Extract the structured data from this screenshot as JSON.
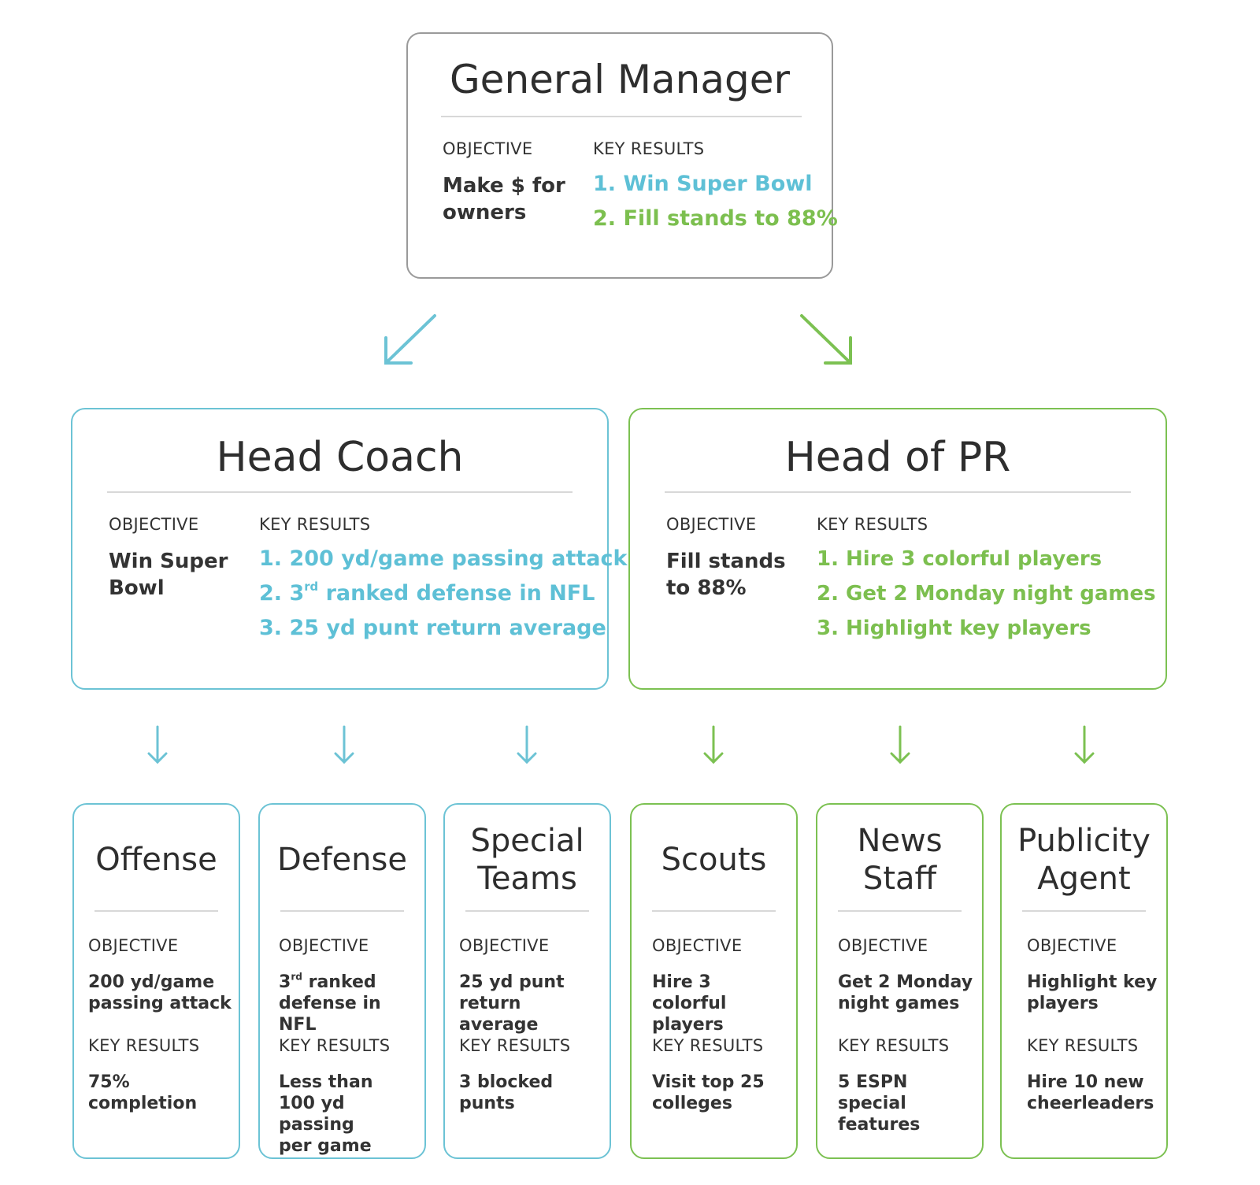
{
  "colors": {
    "blue": "#6cc3d5",
    "green": "#7cc152",
    "gray_border": "#9a9a9a"
  },
  "labels": {
    "objective": "OBJECTIVE",
    "key_results": "KEY RESULTS"
  },
  "general_manager": {
    "title": "General Manager",
    "objective_line1": "Make $ for",
    "objective_line2": "owners",
    "key_results": [
      "1. Win Super Bowl",
      "2. Fill stands to 88%"
    ]
  },
  "head_coach": {
    "title": "Head Coach",
    "objective_line1": "Win Super",
    "objective_line2": "Bowl",
    "kr1": "1. 200 yd/game passing attack",
    "kr2_prefix": "2. 3",
    "kr2_sup": "rd",
    "kr2_suffix": " ranked defense in NFL",
    "kr3": "3. 25 yd punt return average"
  },
  "head_of_pr": {
    "title": "Head of PR",
    "objective_line1": "Fill stands",
    "objective_line2": "to 88%",
    "key_results": [
      "1. Hire 3 colorful players",
      "2. Get 2 Monday night games",
      "3. Highlight key players"
    ]
  },
  "teams": [
    {
      "title1": "Offense",
      "title2": "",
      "obj1": "200 yd/game",
      "obj2": "passing attack",
      "kr1": "75% completion",
      "kr2": "",
      "kr3": ""
    },
    {
      "title1": "Defense",
      "title2": "",
      "obj1_prefix": "3",
      "obj1_sup": "rd",
      "obj1_suffix": " ranked",
      "obj2": "defense in NFL",
      "kr1": "Less than",
      "kr2": "100 yd passing",
      "kr3": "per game"
    },
    {
      "title1": "Special",
      "title2": "Teams",
      "obj1": "25 yd punt",
      "obj2": "return average",
      "kr1": "3 blocked punts",
      "kr2": "",
      "kr3": ""
    },
    {
      "title1": "Scouts",
      "title2": "",
      "obj1": "Hire 3 colorful",
      "obj2": "players",
      "kr1": "Visit top 25",
      "kr2": "colleges",
      "kr3": ""
    },
    {
      "title1": "News",
      "title2": "Staff",
      "obj1": "Get 2 Monday",
      "obj2": "night games",
      "kr1": "5 ESPN special",
      "kr2": "features",
      "kr3": ""
    },
    {
      "title1": "Publicity",
      "title2": "Agent",
      "obj1": "Highlight key",
      "obj2": "players",
      "kr1": "Hire 10 new",
      "kr2": "cheerleaders",
      "kr3": ""
    }
  ]
}
